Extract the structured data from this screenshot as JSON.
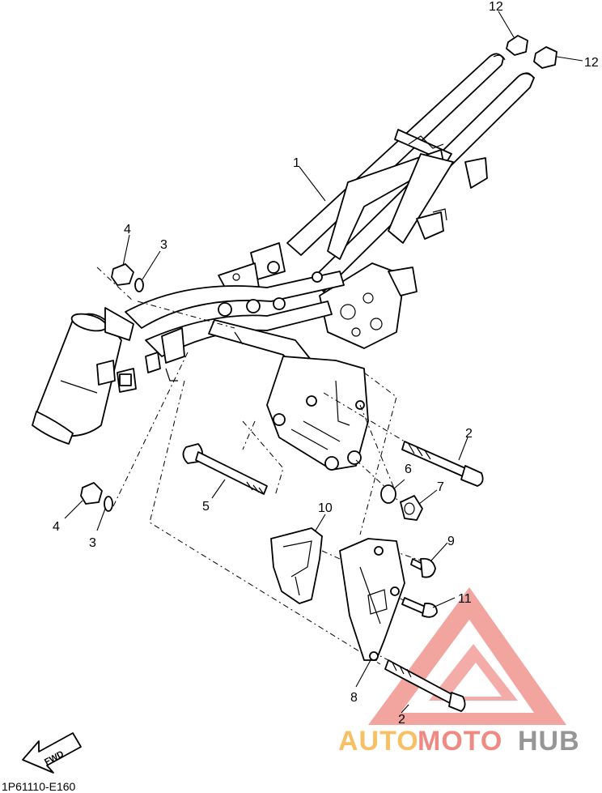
{
  "diagram_code": "1P61110-E160",
  "fwd_label": "FWD",
  "watermark": {
    "part1": "AUTO",
    "part2": "MOTO",
    "part3": "HUB",
    "colors": {
      "orange": "#f5a623",
      "red": "#e85a4f",
      "grey": "#6b6b6b"
    }
  },
  "callouts": [
    "1",
    "2",
    "2",
    "3",
    "3",
    "4",
    "4",
    "5",
    "6",
    "7",
    "8",
    "9",
    "10",
    "11",
    "12",
    "12"
  ]
}
